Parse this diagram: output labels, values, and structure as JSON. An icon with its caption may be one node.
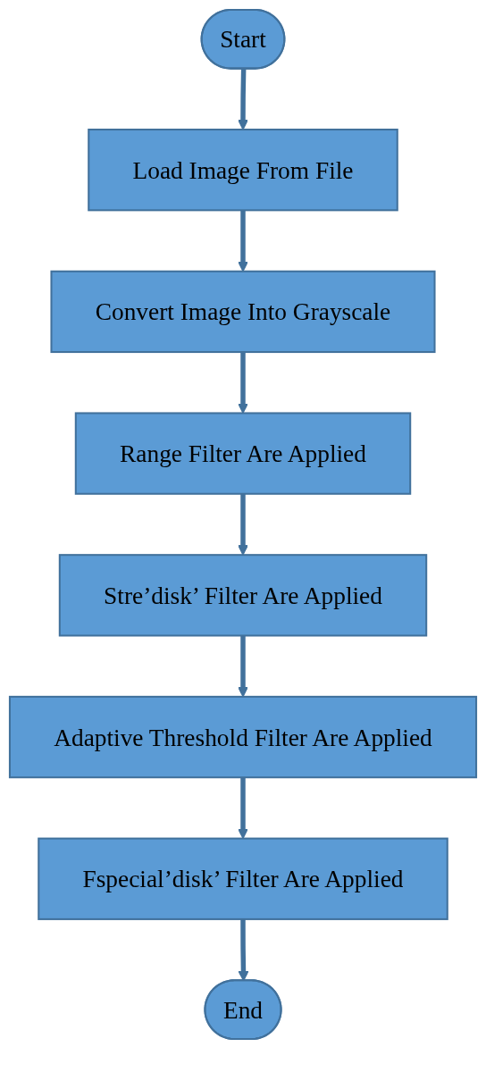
{
  "diagram": {
    "nodes": [
      {
        "text": [
          "Start"
        ]
      },
      {
        "text": [
          "Load Image From File"
        ]
      },
      {
        "text": [
          "Convert Image Into Grayscale"
        ]
      },
      {
        "text": [
          "Range Filter Are Applied"
        ]
      },
      {
        "text": [
          "Stre’disk’ Filter Are Applied"
        ]
      },
      {
        "text": [
          "Adaptive Threshold Filter Are Applied"
        ]
      },
      {
        "text": [
          "Fspecial’disk’ Filter Are Applied"
        ]
      },
      {
        "text": [
          "End"
        ]
      }
    ],
    "edges": [
      {
        "from": 0,
        "to": 1,
        "arrow": "to"
      },
      {
        "from": 1,
        "to": 2,
        "arrow": "to"
      },
      {
        "from": 2,
        "to": 3,
        "arrow": "to"
      },
      {
        "from": 3,
        "to": 4,
        "arrow": "to"
      },
      {
        "from": 4,
        "to": 5,
        "arrow": "to"
      },
      {
        "from": 5,
        "to": 6,
        "arrow": "to"
      },
      {
        "from": 6,
        "to": 7,
        "arrow": "to"
      }
    ]
  }
}
